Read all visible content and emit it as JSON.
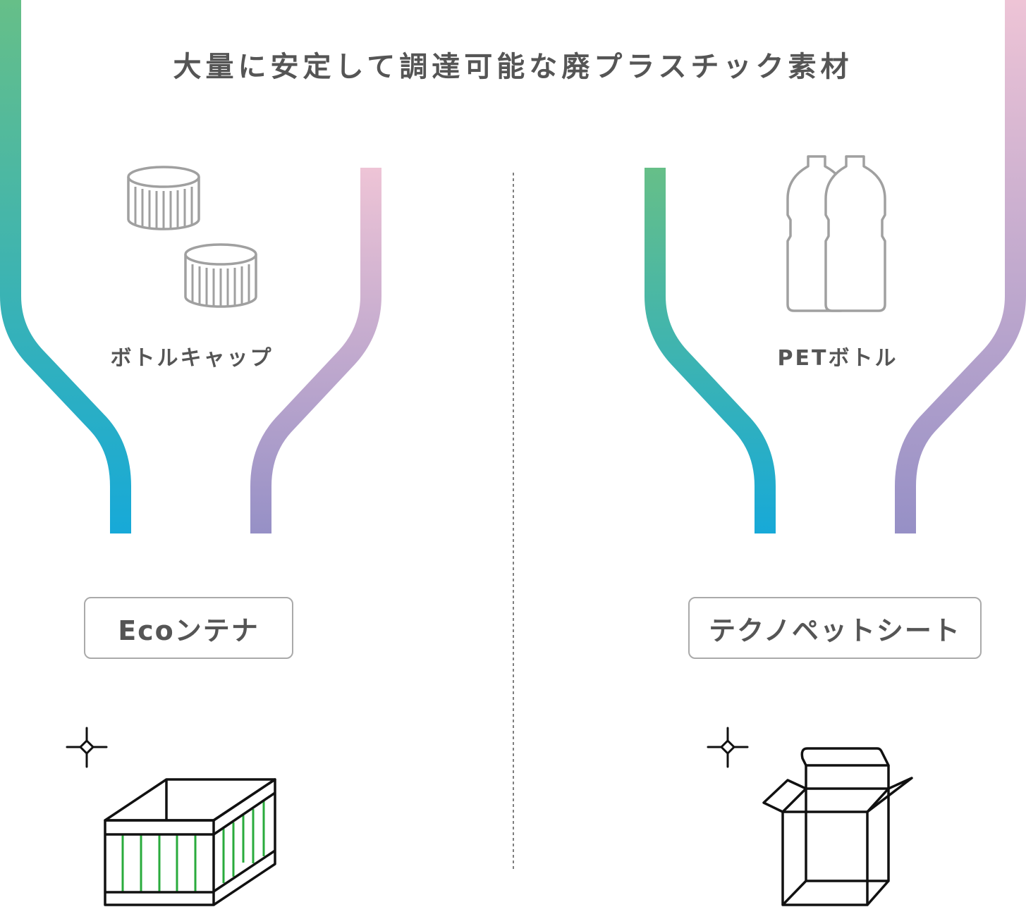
{
  "title": "大量に安定して調達可能な廃プラスチック素材",
  "left": {
    "material_label": "ボトルキャップ",
    "product_label": "Ecoンテナ",
    "material_icon": "bottle-caps-icon",
    "product_icon": "crate-icon"
  },
  "right": {
    "material_label": "PETボトル",
    "product_label": "テクノペットシート",
    "material_icon": "pet-bottles-icon",
    "product_icon": "open-box-icon"
  },
  "colors": {
    "green": "#66bf88",
    "cyan": "#17a9d8",
    "pink": "#eec4d6",
    "purple": "#9690c6",
    "text": "#555555",
    "crate_stripe": "#2aab3c"
  }
}
